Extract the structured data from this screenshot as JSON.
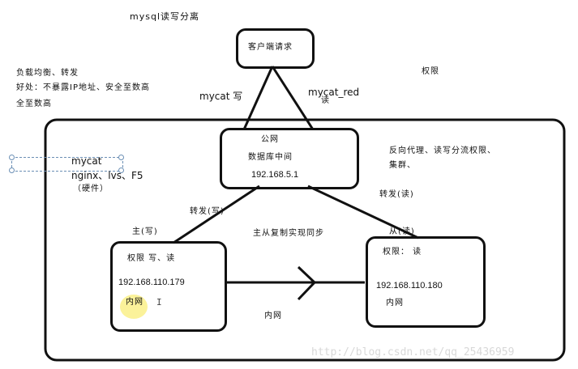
{
  "title": "mysql读写分离",
  "notes": {
    "top_left_line1": "负载均衡、转发",
    "top_left_line2": "好处：不暴露IP地址、安全至数高",
    "top_left_line3": "全至数高",
    "permission": "权限",
    "right_line1": "反向代理、读写分流权限、",
    "right_line2": "集群、",
    "master_slave": "主从复制实现同步"
  },
  "left_labels": {
    "mycat": "mycat",
    "nginx": "nginx、lvs、F5",
    "hardware": "（硬件）"
  },
  "edges": {
    "write": "mycat  写",
    "read": "mycat_red",
    "read_char": "读",
    "forward_write": "转发(写)",
    "forward_read": "转发(读)",
    "master": "主(写)",
    "slave": "从(读)",
    "replication_net": "内网"
  },
  "nodes": {
    "client": "客户端请求",
    "middleware": {
      "public_net": "公网",
      "name": "数据库中间",
      "ip": "192.168.5.1"
    },
    "master": {
      "perm": "权限 写、读",
      "ip": "192.168.110.179",
      "net": "内网"
    },
    "slave": {
      "perm": "权限：   读",
      "ip": "192.168.110.180",
      "net": "内网"
    }
  },
  "cursor_glyph": "I",
  "watermark": "http://blog.csdn.net/qq_25436959"
}
